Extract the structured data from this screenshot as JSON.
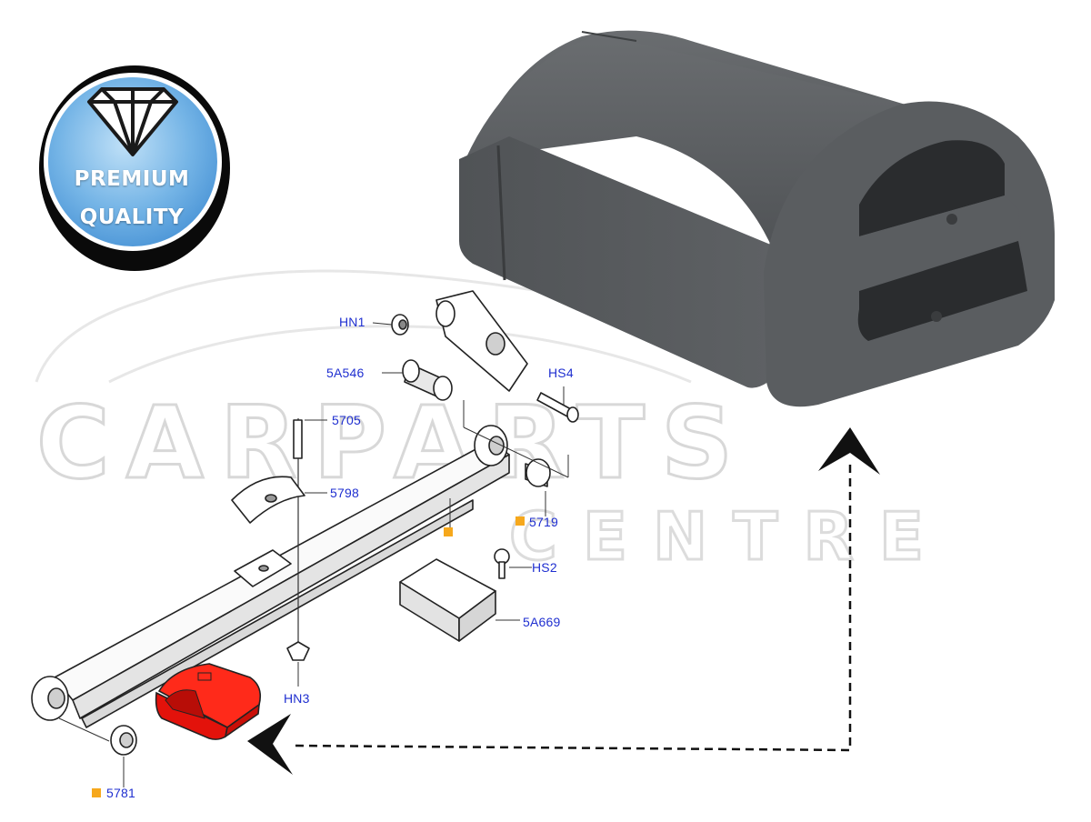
{
  "badge": {
    "line1": "PREMIUM",
    "line2": "QUALITY",
    "icon": "diamond-icon"
  },
  "watermark": {
    "line1": "CARPARTS",
    "line2": "CENTRE"
  },
  "labels": {
    "hn1": "HN1",
    "s5a546": "5A546",
    "hs4": "HS4",
    "s5705": "5705",
    "s5798": "5798",
    "s5719": "5719",
    "hs2": "HS2",
    "s5a669": "5A669",
    "hn3": "HN3",
    "s5781": "5781"
  },
  "colors": {
    "label_blue": "#1f2fd0",
    "marker_orange": "#f6a81c",
    "highlight_red": "#e3120b",
    "bumper_grey": "#56595c"
  }
}
